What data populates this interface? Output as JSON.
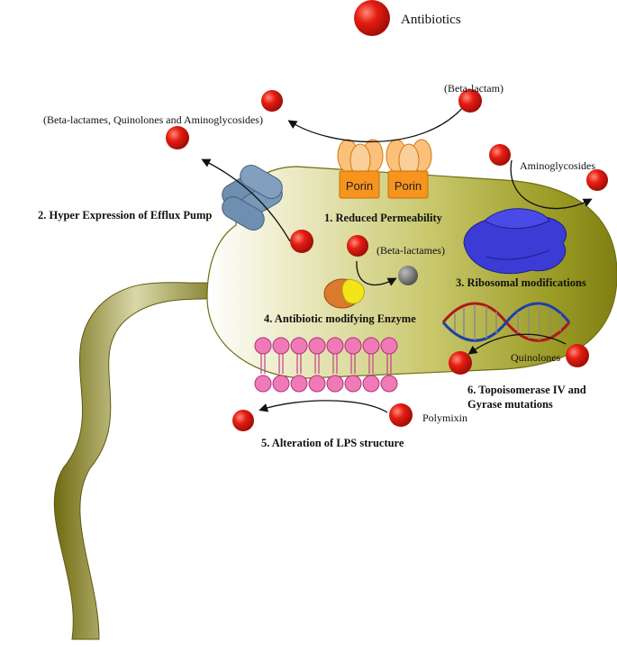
{
  "legend": {
    "label": "Antibiotics"
  },
  "mechanisms": {
    "m1": {
      "title": "1. Reduced Permeability",
      "porin_label": "Porin",
      "drug": "(Beta-lactam)"
    },
    "m2": {
      "title": "2. Hyper Expression of Efflux Pump",
      "drugs": "(Beta-lactames, Quinolones and Aminoglycosides)"
    },
    "m3": {
      "title": "3. Ribosomal modifications",
      "drug": "Aminoglycosides"
    },
    "m4": {
      "title": "4. Antibiotic modifying Enzyme",
      "drug": "(Beta-lactames)"
    },
    "m5": {
      "title": "5. Alteration of LPS structure",
      "drug": "Polymixin"
    },
    "m6": {
      "title_line1": "6. Topoisomerase IV and",
      "title_line2": "Gyrase mutations",
      "drug": "Quinolones"
    }
  },
  "colors": {
    "antibiotic": "#e01b10",
    "cell_body": "#9a9a1e",
    "porin": "#f7941d",
    "efflux_pump": "#6f8fb0",
    "ribosome": "#3b3bd6",
    "lps": "#f07ab8"
  }
}
